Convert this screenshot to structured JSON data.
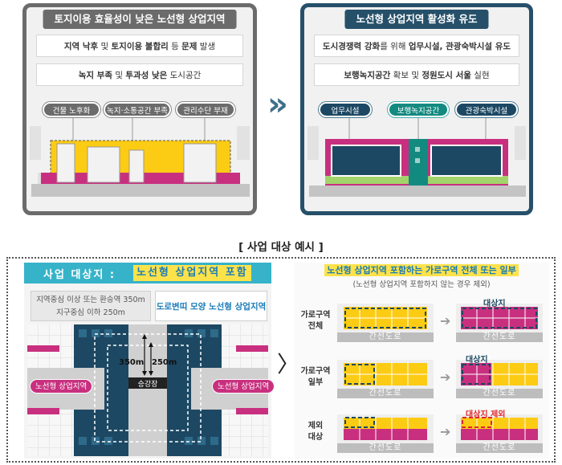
{
  "left_panel": {
    "title": "토지이용 효율성이 낮은 노선형 상업지역",
    "box1": {
      "p1": "지역 낙후",
      "p2": " 및 ",
      "p3": "토지이용 불합리",
      "p4": " 등 ",
      "p5": "문제",
      "p6": " 발생"
    },
    "box2": {
      "p1": "녹지 부족",
      "p2": " 및 ",
      "p3": "투과성 낮은",
      "p4": " 도시공간"
    },
    "pills": [
      "건물 노후화",
      "녹지·소통공간 부족",
      "관리수단 부재"
    ]
  },
  "right_panel": {
    "title": "노선형 상업지역 활성화 유도",
    "box1": {
      "p1": "도시경쟁력 강화",
      "p2": "를 위해 ",
      "p3": "업무시설, 관광숙박시설 유도"
    },
    "box2": {
      "p1": "보행녹지공간",
      "p2": " 확보 및 ",
      "p3": "정원도시 서울",
      "p4": " 실현"
    },
    "pills": [
      "업무시설",
      "보행녹지공간",
      "관광숙박시설"
    ]
  },
  "section_title": "[ 사업 대상 예시 ]",
  "target": {
    "label": "사업 대상지 :",
    "highlight": "노선형 상업지역 포함",
    "info_line1": "지역중심 이상 또는 환승역 350m",
    "info_line2": "지구중심 이하 250m",
    "tag": "도로변띠 모양 노선형 상업지역",
    "dist1": "350m",
    "dist2": "250m",
    "station": "승강장",
    "zone_left": "노선형 상업지역",
    "zone_right": "노선형 상업지역"
  },
  "cases": {
    "header": "노선형 상업지역 포함하는 가로구역 전체 또는 일부",
    "subheader": "(노선형 상업지역 포함하지 않는 경우 제외)",
    "rows": [
      {
        "label1": "가로구역",
        "label2": "전체",
        "road": "간선도로",
        "result": "대상지"
      },
      {
        "label1": "가로구역",
        "label2": "일부",
        "road": "간선도로",
        "result": "대상지"
      },
      {
        "label1": "제외",
        "label2": "대상",
        "road": "간선도로",
        "result": "대상지 제외"
      }
    ]
  },
  "colors": {
    "yellow": "#fccb14",
    "magenta": "#c8307f",
    "navy": "#1d4863",
    "teal": "#138a80",
    "grey": "#6b6b6b",
    "green": "#a3d36b",
    "cyan": "#36b3c9",
    "red": "#e0262a"
  }
}
